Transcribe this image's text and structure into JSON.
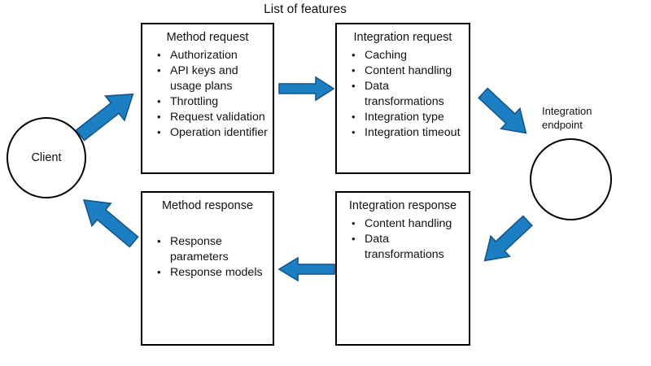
{
  "diagram": {
    "title": "List of features",
    "accent_color": "#1d7fc3",
    "accent_stroke": "#15558a",
    "outline_color": "#000000",
    "background": "#ffffff"
  },
  "nodes": {
    "client": {
      "label": "Client"
    },
    "integration_endpoint": {
      "label_line1": "Integration",
      "label_line2": "endpoint"
    },
    "method_request": {
      "title": "Method request",
      "items": [
        "Authorization",
        "API keys and usage plans",
        "Throttling",
        "Request validation",
        "Operation identifier"
      ]
    },
    "integration_request": {
      "title": "Integration request",
      "items": [
        "Caching",
        "Content handling",
        "Data transformations",
        "Integration type",
        "Integration timeout"
      ]
    },
    "method_response": {
      "title": "Method response",
      "items": [
        "Response parameters",
        "Response models"
      ]
    },
    "integration_response": {
      "title": "Integration response",
      "items": [
        "Content handling",
        "Data transformations"
      ]
    }
  },
  "arrows": [
    {
      "name": "client-to-method-request",
      "direction": "up-right"
    },
    {
      "name": "method-request-to-integration-request",
      "direction": "right"
    },
    {
      "name": "integration-request-to-endpoint",
      "direction": "down-right"
    },
    {
      "name": "endpoint-to-integration-response",
      "direction": "down-left"
    },
    {
      "name": "integration-response-to-method-response",
      "direction": "left"
    },
    {
      "name": "method-response-to-client",
      "direction": "up-left"
    }
  ]
}
